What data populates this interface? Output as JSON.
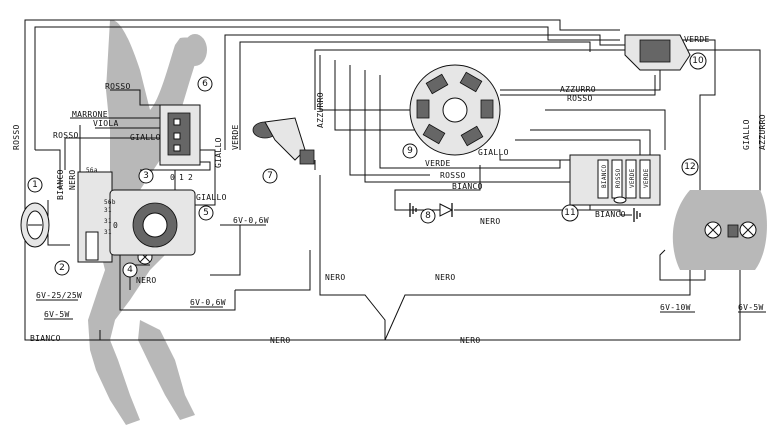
{
  "components": [
    {
      "number": "1"
    },
    {
      "number": "2"
    },
    {
      "number": "3"
    },
    {
      "number": "4"
    },
    {
      "number": "5"
    },
    {
      "number": "6"
    },
    {
      "number": "7"
    },
    {
      "number": "8"
    },
    {
      "number": "9"
    },
    {
      "number": "10"
    },
    {
      "number": "11"
    },
    {
      "number": "12"
    }
  ],
  "wire_labels": {
    "rosso": "ROSSO",
    "marrone": "MARRONE",
    "viola": "VIOLA",
    "giallo": "GIALLO",
    "verde": "VERDE",
    "azzurro": "AZZURRO",
    "bianco": "BIANCO",
    "nero": "NERO"
  },
  "ratings": {
    "main_lamp": "6V-25/25W",
    "side_lamp": "6V-5W",
    "speedo_lamp": "6V-0,6W",
    "indicator_lamp": "6V-0,6W",
    "rear_main": "6V-10W",
    "rear_side": "6V-5W"
  },
  "terminals": {
    "switch": [
      "0",
      "1",
      "2"
    ],
    "headlamp": [
      "56a",
      "56b",
      "31",
      "31",
      "31"
    ],
    "regulator": [
      "BIANCO",
      "ROSSO",
      "VERDE",
      "VERDE"
    ]
  },
  "colors": {
    "line": "#111111",
    "shade": "#b8b8b8"
  }
}
